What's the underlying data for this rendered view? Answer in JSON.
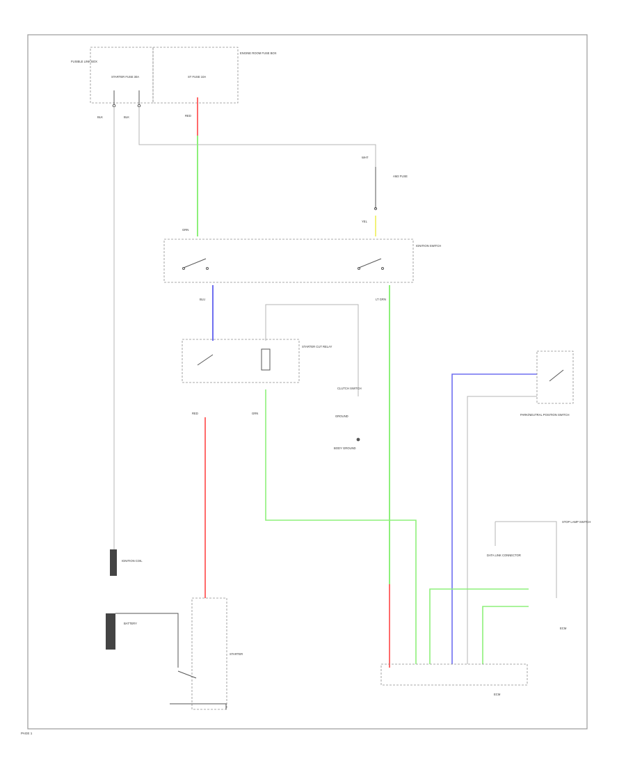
{
  "wire_colors": {
    "red": "#ff6a6a",
    "green": "#8df07a",
    "blue": "#6e6ef0",
    "yellow": "#f2f27a",
    "gray": "#b4b4b4"
  },
  "labels": {
    "engine_room_fuse_box": "ENGINE ROOM FUSE BOX",
    "fuse_st": "ST FUSE 10A",
    "fuse_starter": "STARTER FUSE 30A",
    "fusible_link_box": "FUSIBLE LINK BOX",
    "ignition_switch": "IGNITION SWITCH",
    "starter_cut_relay": "STARTER CUT RELAY",
    "clutch_switch": "CLUTCH SWITCH",
    "park_neutral_switch": "PARK/NEUTRAL POSITION SWITCH",
    "fuse_am2": "AM2 FUSE",
    "ground": "GROUND",
    "battery": "BATTERY",
    "starter": "STARTER",
    "ecm": "ECM",
    "data_link_connector": "DATA LINK CONNECTOR",
    "stop_lamp_switch": "STOP LAMP SWITCH",
    "body_ground": "BODY GROUND",
    "ignition_coil": "IGNITION COIL",
    "wire_blk": "BLK",
    "wire_red": "RED",
    "wire_grn": "GRN",
    "wire_blu": "BLU",
    "wire_yel": "YEL",
    "wire_lt_grn": "LT GRN",
    "wire_wht": "WHT",
    "page_ref": "PAGE 1"
  }
}
